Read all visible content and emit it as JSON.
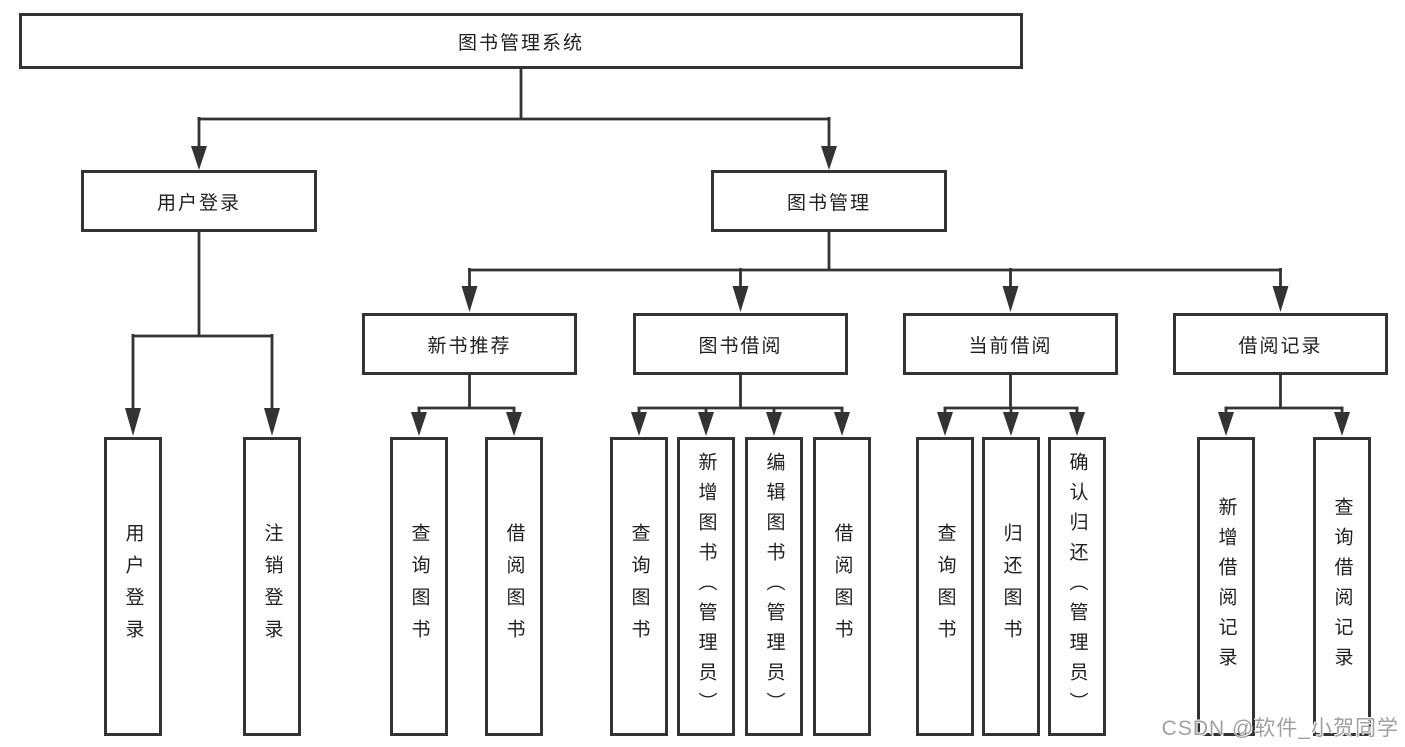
{
  "diagram": {
    "root": {
      "label": "图书管理系统"
    },
    "branches": [
      {
        "label": "用户登录",
        "children": [
          {
            "label": "用户登录"
          },
          {
            "label": "注销登录"
          }
        ]
      },
      {
        "label": "图书管理",
        "children": [
          {
            "label": "新书推荐",
            "children": [
              {
                "label": "查询图书"
              },
              {
                "label": "借阅图书"
              }
            ]
          },
          {
            "label": "图书借阅",
            "children": [
              {
                "label": "查询图书"
              },
              {
                "label": "新增图书（管理员）"
              },
              {
                "label": "编辑图书（管理员）"
              },
              {
                "label": "借阅图书"
              }
            ]
          },
          {
            "label": "当前借阅",
            "children": [
              {
                "label": "查询图书"
              },
              {
                "label": "归还图书"
              },
              {
                "label": "确认归还（管理员）"
              }
            ]
          },
          {
            "label": "借阅记录",
            "children": [
              {
                "label": "新增借阅记录"
              },
              {
                "label": "查询借阅记录"
              }
            ]
          }
        ]
      }
    ],
    "watermark": "CSDN @软件_小贺同学",
    "colors": {
      "line": "#333333",
      "box_border": "#333333",
      "text": "#1f1f1f",
      "watermark": "#a0a0a0",
      "background": "#ffffff"
    }
  }
}
